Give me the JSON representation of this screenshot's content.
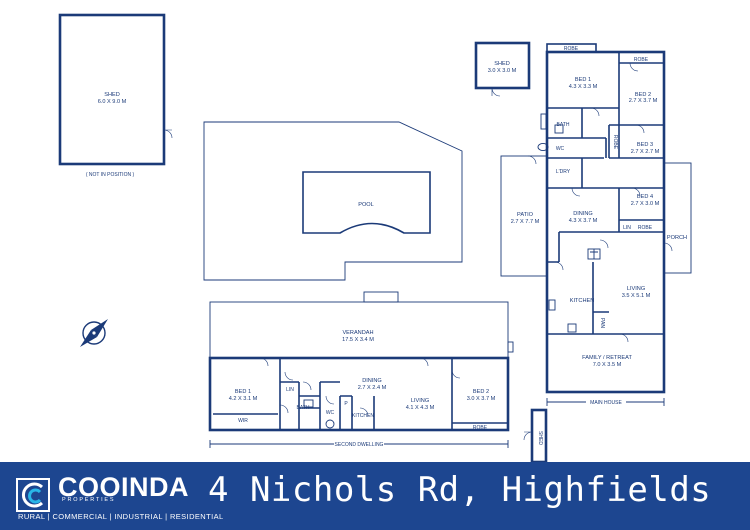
{
  "plan": {
    "shed_large": {
      "name": "SHED",
      "size": "6.0 X 9.0 M",
      "note": "( NOT IN POSITION )"
    },
    "shed_small": {
      "name": "SHED",
      "size": "3.0 X 3.0 M"
    },
    "shed_side": {
      "name": "SHED"
    },
    "pool": "POOL",
    "main_house": {
      "robe_top": "ROBE",
      "robe_bed2": "ROBE",
      "robe_bed3": "ROBE",
      "robe_bed4": "ROBE",
      "bed1": {
        "name": "BED 1",
        "size": "4.3 X 3.3 M"
      },
      "bed2": {
        "name": "BED 2",
        "size": "2.7 X 3.7 M"
      },
      "bed3": {
        "name": "BED 3",
        "size": "2.7 X 2.7 M"
      },
      "bed4": {
        "name": "BED 4",
        "size": "2.7 X 3.0 M"
      },
      "bath": "BATH",
      "wc": "WC",
      "ldry": "L'DRY",
      "lin": "LIN",
      "dining": {
        "name": "DINING",
        "size": "4.3 X 3.7 M"
      },
      "patio": {
        "name": "PATIO",
        "size": "2.7 X 7.7 M"
      },
      "porch": "PORCH",
      "kitchen": "KITCHEN",
      "living": {
        "name": "LIVING",
        "size": "3.5 X 5.1 M"
      },
      "pan": "PAN",
      "family": {
        "name": "FAMILY / RETREAT",
        "size": "7.0 X 3.5 M"
      },
      "label": "MAIN HOUSE"
    },
    "second_dwelling": {
      "verandah": {
        "name": "VERANDAH",
        "size": "17.5 X 3.4 M"
      },
      "bed1": {
        "name": "BED 1",
        "size": "4.2 X 3.1 M"
      },
      "wir": "WIR",
      "lin": "LIN",
      "bath": "BATH",
      "dining": {
        "name": "DINING",
        "size": "2.7 X 2.4 M"
      },
      "wc": "WC",
      "pantry": "P",
      "kitchen": "KITCHEN",
      "living": {
        "name": "LIVING",
        "size": "4.1 X 4.3 M"
      },
      "bed2": {
        "name": "BED 2",
        "size": "3.0 X 3.7 M"
      },
      "robe": "ROBE",
      "label": "SECOND DWELLING"
    },
    "compass_icon": "north-compass-icon"
  },
  "banner": {
    "brand": "COOINDA",
    "brand_sub": "PROPERTIES",
    "tagline": "RURAL | COMMERCIAL | INDUSTRIAL | RESIDENTIAL",
    "address": "4 Nichols Rd, Highfields",
    "bg_color": "#1d4690",
    "logo_accent": "#29b6e8"
  }
}
